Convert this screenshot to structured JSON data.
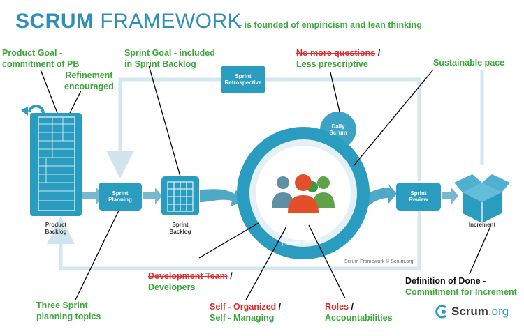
{
  "title": {
    "bold": "SCRUM",
    "rest": "FRAMEWORK"
  },
  "subtitle": "- is founded of empiricism and lean thinking",
  "annotations": {
    "product_goal": [
      "Product Goal -",
      "commitment of PB"
    ],
    "refinement": [
      "Refinement",
      "encouraged"
    ],
    "sprint_goal": [
      "Sprint Goal - included",
      "in Sprint Backlog"
    ],
    "no_more_questions": "No more questions",
    "less_prescriptive": "Less prescriptive",
    "sustainable_pace": "Sustainable pace",
    "dev_team": "Development Team",
    "developers": "Developers",
    "self_organized": "Self - Organized",
    "self_managing": "Self - Managing",
    "roles": "Roles",
    "accountabilities": "Accountabilities",
    "three_sprint": [
      "Three Sprint",
      "planning topics"
    ],
    "dod": "Definition of Done -",
    "commitment_increment": "Commitment for Increment",
    "slash": "/"
  },
  "diagram": {
    "product_backlog": [
      "Product",
      "Backlog"
    ],
    "sprint_planning": [
      "Sprint",
      "Planning"
    ],
    "sprint_backlog": [
      "Sprint",
      "Backlog"
    ],
    "sprint_retrospective": [
      "Sprint",
      "Retrospective"
    ],
    "daily_scrum": [
      "Daily",
      "Scrum"
    ],
    "sprint_review": [
      "Sprint",
      "Review"
    ],
    "increment": "Increment",
    "scrum_team": "1 Scrum Team",
    "copyright": "Scrum Framework © Scrum.org"
  },
  "brand": {
    "logo_text": "Scrum",
    "logo_suffix": ".org"
  },
  "colors": {
    "teal": "#2a9cbf",
    "light_teal": "#cde6ef",
    "green": "#3aa83a",
    "red": "#e02a2a"
  }
}
